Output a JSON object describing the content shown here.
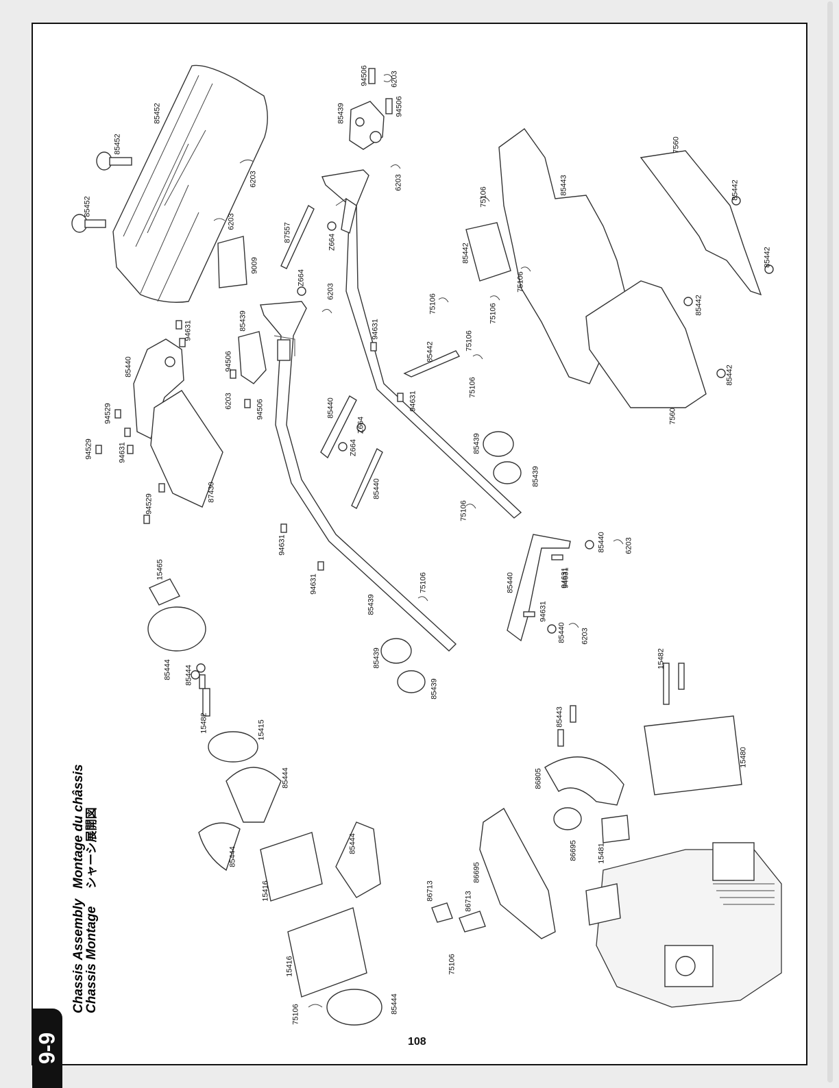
{
  "header": {
    "section_number": "9-9",
    "title_en": "Chassis Assembly",
    "title_fr": "Montage du châssis",
    "title_de": "Chassis Montage",
    "title_jp": "シャーシ展開図"
  },
  "page_number": "108",
  "callouts": {
    "c1": "85452",
    "c2": "85452",
    "c3": "85452",
    "c4": "6203",
    "c5": "6203",
    "c6": "9009",
    "c7": "94506",
    "c8": "6203",
    "c9": "94506",
    "c10": "85439",
    "c11": "6203",
    "c12": "87557",
    "c13": "Z664",
    "c14": "Z664",
    "c15": "6203",
    "c16": "75106",
    "c17": "85443",
    "c18": "7560",
    "c19": "85442",
    "c20": "85442",
    "c21": "85442",
    "c22": "75106",
    "c23": "85442",
    "c24": "75106",
    "c25": "75106",
    "c26": "85439",
    "c27": "94631",
    "c28": "94506",
    "c29": "94506",
    "c30": "6203",
    "c31": "85440",
    "c32": "94529",
    "c33": "94529",
    "c34": "94631",
    "c35": "94631",
    "c36": "87430",
    "c37": "94529",
    "c38": "85440",
    "c39": "Z664",
    "c40": "Z664",
    "c41": "85440",
    "c42": "94631",
    "c43": "85442",
    "c44": "75106",
    "c45": "75106",
    "c46": "94631",
    "c47": "85439",
    "c48": "85439",
    "c49": "75106",
    "c50": "7560",
    "c51": "85442",
    "c52": "94631",
    "c53": "94631",
    "c54": "85439",
    "c55": "75106",
    "c56": "85440",
    "c57": "6203",
    "c58": "94631",
    "c59": "85440",
    "c60": "94631",
    "c61": "85440",
    "c62": "6203",
    "c63": "15465",
    "c64": "85444",
    "c65": "85444",
    "c66": "85439",
    "c67": "85439",
    "c68": "15482",
    "c69": "15415",
    "c70": "85444",
    "c71": "85444",
    "c72": "15416",
    "c73": "85444",
    "c74": "15416",
    "c75": "75106",
    "c76": "85444",
    "c77": "86713",
    "c78": "86713",
    "c79": "86695",
    "c80": "75106",
    "c81": "86805",
    "c82": "85443",
    "c83": "86695",
    "c84": "15481",
    "c85": "15482",
    "c86": "15480"
  }
}
